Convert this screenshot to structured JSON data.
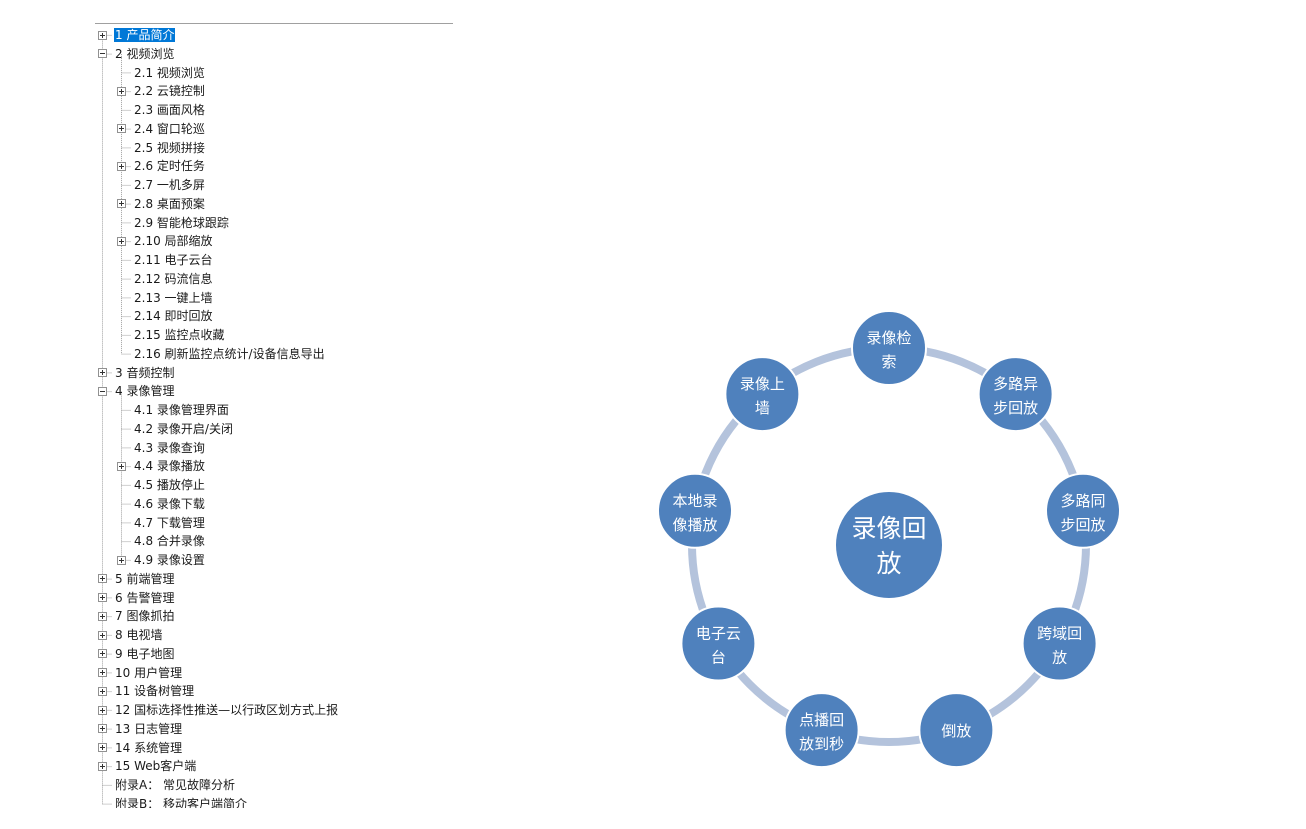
{
  "tree": {
    "items": [
      {
        "label": "1 产品简介",
        "level": 0,
        "toggle": "plus",
        "selected": true
      },
      {
        "label": "2 视频浏览",
        "level": 0,
        "toggle": "minus"
      },
      {
        "label": "2.1 视频浏览",
        "level": 1,
        "toggle": null
      },
      {
        "label": "2.2 云镜控制",
        "level": 1,
        "toggle": "plus"
      },
      {
        "label": "2.3 画面风格",
        "level": 1,
        "toggle": null
      },
      {
        "label": "2.4 窗口轮巡",
        "level": 1,
        "toggle": "plus"
      },
      {
        "label": "2.5 视频拼接",
        "level": 1,
        "toggle": null
      },
      {
        "label": "2.6 定时任务",
        "level": 1,
        "toggle": "plus"
      },
      {
        "label": "2.7 一机多屏",
        "level": 1,
        "toggle": null
      },
      {
        "label": "2.8 桌面预案",
        "level": 1,
        "toggle": "plus"
      },
      {
        "label": "2.9 智能枪球跟踪",
        "level": 1,
        "toggle": null
      },
      {
        "label": "2.10 局部缩放",
        "level": 1,
        "toggle": "plus"
      },
      {
        "label": "2.11 电子云台",
        "level": 1,
        "toggle": null
      },
      {
        "label": "2.12 码流信息",
        "level": 1,
        "toggle": null
      },
      {
        "label": "2.13 一键上墙",
        "level": 1,
        "toggle": null
      },
      {
        "label": "2.14 即时回放",
        "level": 1,
        "toggle": null
      },
      {
        "label": "2.15 监控点收藏",
        "level": 1,
        "toggle": null
      },
      {
        "label": "2.16 刷新监控点统计/设备信息导出",
        "level": 1,
        "toggle": null
      },
      {
        "label": "3 音频控制",
        "level": 0,
        "toggle": "plus"
      },
      {
        "label": "4 录像管理",
        "level": 0,
        "toggle": "minus"
      },
      {
        "label": "4.1 录像管理界面",
        "level": 1,
        "toggle": null
      },
      {
        "label": "4.2 录像开启/关闭",
        "level": 1,
        "toggle": null
      },
      {
        "label": "4.3 录像查询",
        "level": 1,
        "toggle": null
      },
      {
        "label": "4.4 录像播放",
        "level": 1,
        "toggle": "plus"
      },
      {
        "label": "4.5 播放停止",
        "level": 1,
        "toggle": null
      },
      {
        "label": "4.6 录像下载",
        "level": 1,
        "toggle": null
      },
      {
        "label": "4.7 下载管理",
        "level": 1,
        "toggle": null
      },
      {
        "label": "4.8 合并录像",
        "level": 1,
        "toggle": null
      },
      {
        "label": "4.9 录像设置",
        "level": 1,
        "toggle": "plus"
      },
      {
        "label": "5 前端管理",
        "level": 0,
        "toggle": "plus"
      },
      {
        "label": "6 告警管理",
        "level": 0,
        "toggle": "plus"
      },
      {
        "label": "7 图像抓拍",
        "level": 0,
        "toggle": "plus"
      },
      {
        "label": "8 电视墙",
        "level": 0,
        "toggle": "plus"
      },
      {
        "label": "9 电子地图",
        "level": 0,
        "toggle": "plus"
      },
      {
        "label": "10 用户管理",
        "level": 0,
        "toggle": "plus"
      },
      {
        "label": "11 设备树管理",
        "level": 0,
        "toggle": "plus"
      },
      {
        "label": "12 国标选择性推送—以行政区划方式上报",
        "level": 0,
        "toggle": "plus"
      },
      {
        "label": "13 日志管理",
        "level": 0,
        "toggle": "plus"
      },
      {
        "label": "14 系统管理",
        "level": 0,
        "toggle": "plus"
      },
      {
        "label": "15 Web客户端",
        "level": 0,
        "toggle": "plus"
      },
      {
        "label": "附录A： 常见故障分析",
        "level": 0,
        "toggle": null
      },
      {
        "label": "附录B： 移动客户端简介",
        "level": 0,
        "toggle": null
      }
    ]
  },
  "diagram": {
    "center": {
      "line1": "录像回",
      "line2": "放"
    },
    "nodes": [
      {
        "line1": "录像检",
        "line2": "索"
      },
      {
        "line1": "多路异",
        "line2": "步回放"
      },
      {
        "line1": "多路同",
        "line2": "步回放"
      },
      {
        "line1": "跨域回",
        "line2": "放"
      },
      {
        "line1": "倒放",
        "line2": ""
      },
      {
        "line1": "点播回",
        "line2": "放到秒"
      },
      {
        "line1": "电子云",
        "line2": "台"
      },
      {
        "line1": "本地录",
        "line2": "像播放"
      },
      {
        "line1": "录像上",
        "line2": "墙"
      }
    ],
    "colors": {
      "node_fill": "#4f81bd",
      "node_stroke": "#ffffff",
      "ring": "#b4c3dc",
      "text": "#ffffff"
    }
  }
}
